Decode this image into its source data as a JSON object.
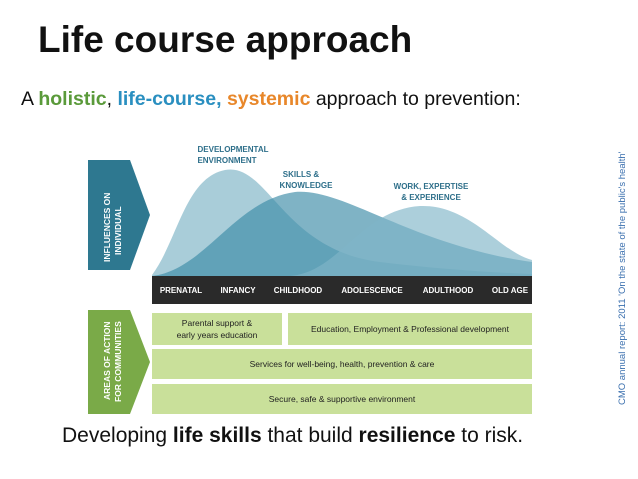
{
  "slide": {
    "title": "Life course approach",
    "subtitle": {
      "prefix": "A ",
      "word1": "holistic",
      "sep1": ", ",
      "word2": "life-course,",
      "sep2": " ",
      "word3": "systemic",
      "suffix": " approach to prevention:"
    },
    "footer": {
      "part1": "Developing ",
      "bold1": "life skills",
      "part2": " that build ",
      "bold2": "resilience",
      "part3": " to risk."
    },
    "citation": "CMO annual report: 2011 'On the state of the public's health'",
    "colors": {
      "holistic": "#5a9a3a",
      "life_course": "#2a8fc0",
      "systemic": "#e8872a",
      "influence_arrow": "#2e7890",
      "action_arrow": "#7aaa48",
      "stage_bar": "#2a2a2a",
      "action_box": "#c9e09a"
    }
  },
  "diagram": {
    "influences_label_line1": "INFLUENCES ON",
    "influences_label_line2": "INDIVIDUAL",
    "actions_label_line1": "AREAS OF ACTION",
    "actions_label_line2": "FOR COMMUNITIES",
    "curve_labels": {
      "developmental_1": "DEVELOPMENTAL",
      "developmental_2": "ENVIRONMENT",
      "skills_1": "SKILLS &",
      "skills_2": "KNOWLEDGE",
      "work_1": "WORK, EXPERTISE",
      "work_2": "& EXPERIENCE"
    },
    "stages": [
      "PRENATAL",
      "INFANCY",
      "CHILDHOOD",
      "ADOLESCENCE",
      "ADULTHOOD",
      "OLD AGE"
    ],
    "actions": {
      "parental_1": "Parental support &",
      "parental_2": "early years education",
      "education": "Education, Employment & Professional development",
      "services": "Services for well-being, health, prevention & care",
      "environment": "Secure, safe & supportive environment"
    }
  }
}
